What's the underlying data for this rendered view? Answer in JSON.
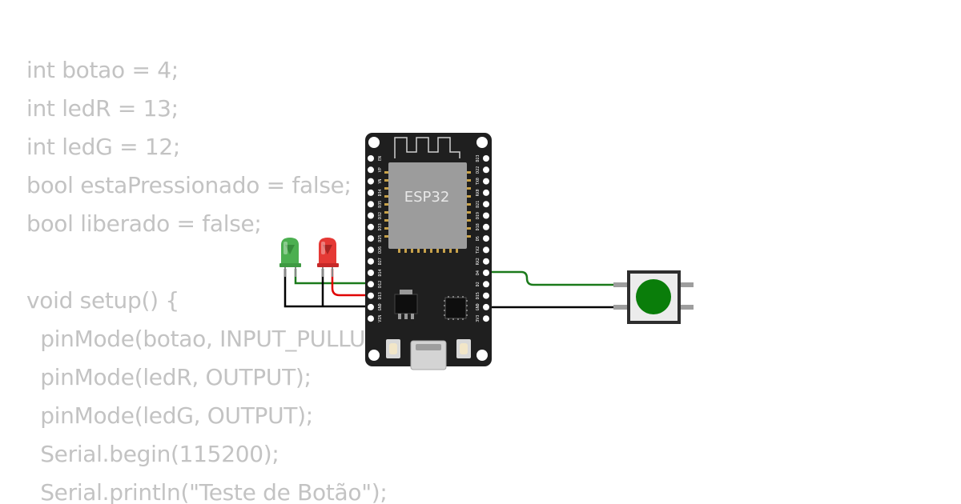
{
  "code": {
    "lines": [
      "int botao = 4;",
      "int ledR = 13;",
      "int ledG = 12;",
      "bool estaPressionado = false;",
      "bool liberado = false;",
      "",
      "void setup() {",
      "  pinMode(botao, INPUT_PULLUP);",
      "  pinMode(ledR, OUTPUT);",
      "  pinMode(ledG, OUTPUT);",
      "  Serial.begin(115200);",
      "  Serial.println(\"Teste de Botão\");"
    ]
  },
  "board": {
    "chip_label": "ESP32",
    "left_pins": [
      "EN",
      "VP",
      "VN",
      "D34",
      "D35",
      "D32",
      "D33",
      "D25",
      "D26",
      "D27",
      "D14",
      "D12",
      "D13",
      "GND",
      "VIN"
    ],
    "right_pins": [
      "D23",
      "D22",
      "TX0",
      "RX0",
      "D21",
      "D19",
      "D18",
      "D5",
      "TX2",
      "RX2",
      "D4",
      "D2",
      "D15",
      "GND",
      "3V3"
    ]
  },
  "leds": [
    {
      "name": "green-led",
      "color": "#4caf50"
    },
    {
      "name": "red-led",
      "color": "#e53935"
    }
  ],
  "button": {
    "cap_color": "#0a7d0a"
  },
  "wires": {
    "green": "#1b7a1b",
    "red": "#e00000",
    "black": "#000000"
  }
}
